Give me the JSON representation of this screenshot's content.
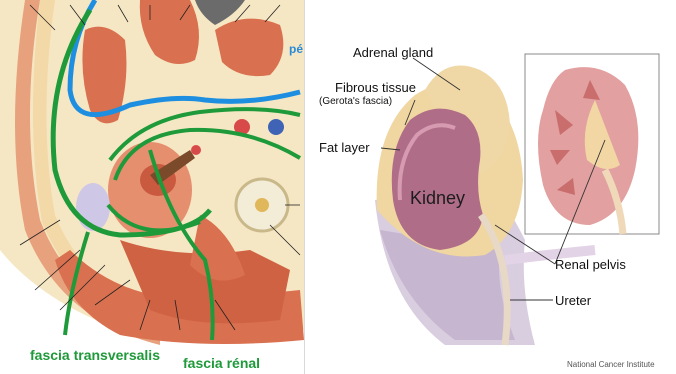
{
  "left_diagram": {
    "labels": {
      "fascia_transversalis": "fascia transversalis",
      "fascia_renal": "fascia rénal",
      "corner_text": "pé"
    },
    "colors": {
      "fascia_green": "#1f9a3a",
      "peritoneum_blue": "#1e8fe0",
      "muscle": "#d9704f",
      "fat": "#f3e2b8"
    }
  },
  "right_diagram": {
    "labels": {
      "adrenal_gland": "Adrenal gland",
      "fibrous_tissue": "Fibrous tissue",
      "gerotas_fascia": "(Gerota's fascia)",
      "fat_layer": "Fat layer",
      "kidney": "Kidney",
      "renal_pelvis": "Renal pelvis",
      "ureter": "Ureter"
    },
    "credit": "National Cancer Institute",
    "colors": {
      "kidney": "#b06d88",
      "adrenal": "#efd7a6",
      "fascia": "#c9b9cf",
      "inset_kidney": "#e2a0a0"
    }
  }
}
